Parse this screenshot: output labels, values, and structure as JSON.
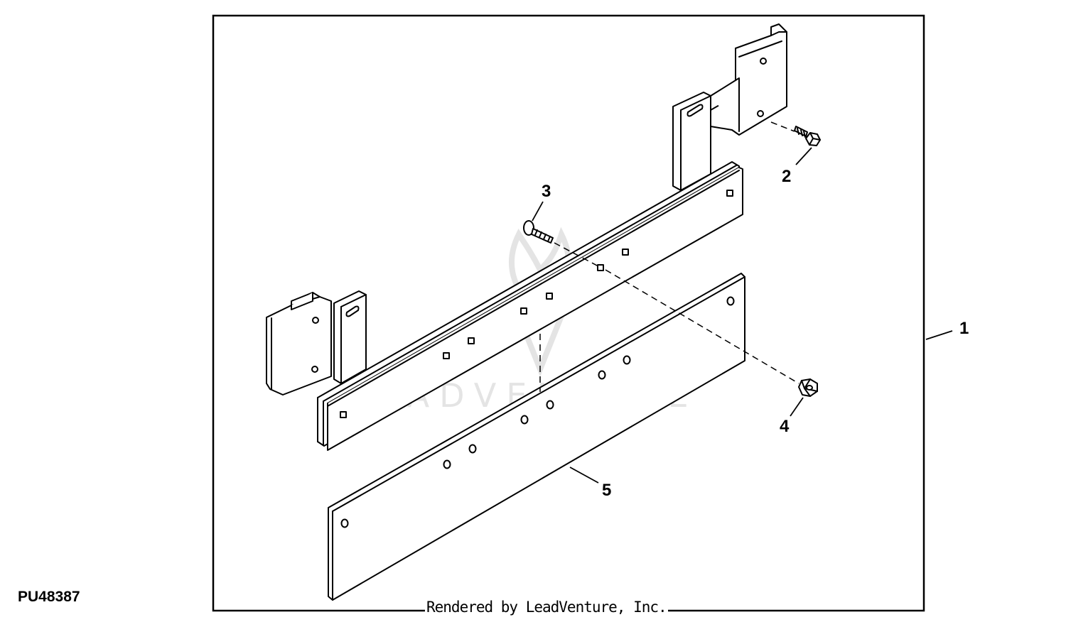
{
  "figure": {
    "id": "PU48387",
    "footer": "Rendered by LeadVenture, Inc.",
    "watermark": "LEADVENTURE"
  },
  "callouts": [
    {
      "number": "1",
      "part": "assembly"
    },
    {
      "number": "2",
      "part": "cap-screw"
    },
    {
      "number": "3",
      "part": "carriage-bolt"
    },
    {
      "number": "4",
      "part": "flange-nut"
    },
    {
      "number": "5",
      "part": "wear-strip"
    }
  ],
  "colors": {
    "line": "#000000",
    "background": "#ffffff",
    "watermark": "#e4e4e4"
  }
}
